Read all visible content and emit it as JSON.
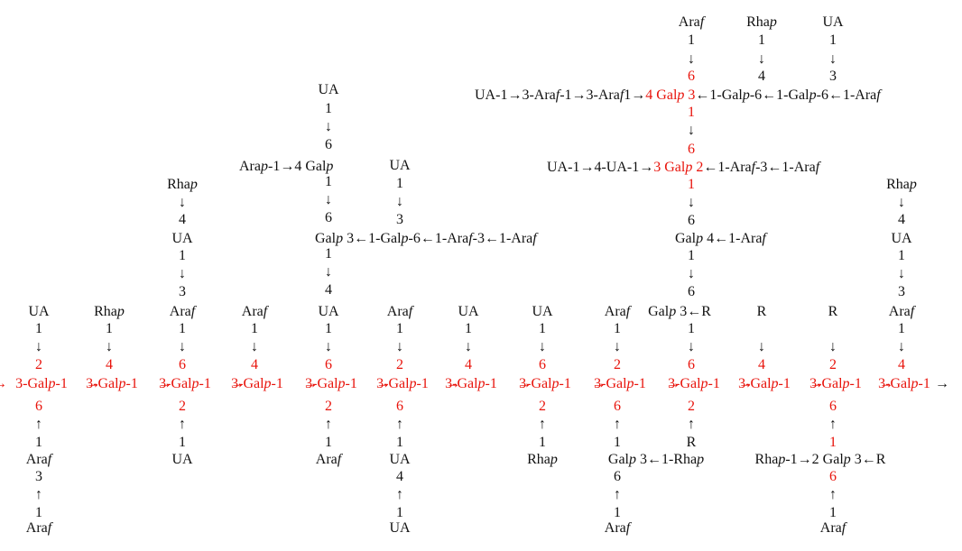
{
  "colors": {
    "text": "#111111",
    "highlight": "#e8130b"
  },
  "backbone": {
    "left_stub": "→",
    "unit": "3-Gal",
    "unit_italic": "p",
    "unit_tail": "-1",
    "link": "→",
    "count": 13
  },
  "top": {
    "upper_labels": [
      "UA",
      "Rhap",
      "Araf",
      "Araf",
      "UA",
      "Araf",
      "UA",
      "UA",
      "Araf",
      "Galp 3←R",
      "R",
      "R",
      "Araf"
    ],
    "ones": [
      "1",
      "1",
      "1",
      "1",
      "1",
      "1",
      "1",
      "1",
      "1",
      "1",
      "",
      "",
      "1"
    ],
    "arrow": "↓",
    "positions": [
      "2",
      "4",
      "6",
      "4",
      "6",
      "2",
      "4",
      "6",
      "2",
      "6",
      "4",
      "2",
      "4"
    ]
  },
  "bottom": {
    "positions": [
      "6",
      "",
      "2",
      "",
      "2",
      "6",
      "",
      "2",
      "6",
      "2",
      "",
      "6",
      ""
    ],
    "arrow": "↑",
    "ones": [
      "1",
      "",
      "1",
      "",
      "1",
      "1",
      "",
      "1",
      "1",
      "R",
      "",
      "1",
      ""
    ],
    "residues": [
      "Araf",
      "",
      "UA",
      "",
      "Araf",
      "UA",
      "",
      "Rhap",
      "Galp 3←1-Rhap",
      "",
      "",
      "Rhap-1→2 Galp 3←R",
      ""
    ],
    "ext_num": [
      "3",
      "",
      "",
      "",
      "",
      "4",
      "",
      "",
      "6",
      "",
      "",
      "6",
      ""
    ],
    "ext_arrow": "↑",
    "ext_one": [
      "1",
      "",
      "",
      "",
      "",
      "1",
      "",
      "",
      "1",
      "",
      "",
      "1",
      ""
    ],
    "ext_residue": [
      "Araf",
      "",
      "",
      "",
      "",
      "UA",
      "",
      "",
      "Araf",
      "",
      "",
      "Araf",
      ""
    ]
  },
  "branch_col3": {
    "top": "Rhap",
    "arrow": "↓",
    "num": "4",
    "residue": "UA",
    "one": "1",
    "arrow2": "↓",
    "num2": "3"
  },
  "branch_col5": {
    "ua": "UA",
    "ua_one": "1",
    "arrow": "↓",
    "ua_six": "6",
    "arap_chain": "Arap-1→4 Galp",
    "galp_one": "1",
    "galp_arrow": "↓",
    "galp_six": "6",
    "main_row": "Galp 3←1-Galp-6←1-Araf-3←1-Araf",
    "main_one": "1",
    "main_arrow": "↓",
    "main_four": "4",
    "side_ua": "UA",
    "side_one": "1",
    "side_arrow": "↓",
    "side_three": "3"
  },
  "branch_col10": {
    "top_residues": [
      "Araf",
      "Rhap",
      "UA"
    ],
    "top_ones": [
      "1",
      "1",
      "1"
    ],
    "top_arrows": [
      "↓",
      "↓",
      "↓"
    ],
    "top_nums": [
      "6",
      "4",
      "3"
    ],
    "row1_left": "UA-1→3-Araf-1→3-Araf1→",
    "row1_red": "4 Galp 3",
    "row1_right": "←1-Galp-6←1-Galp-6←1-Araf",
    "link1_one": "1",
    "link1_arrow": "↓",
    "link1_six": "6",
    "row2_left": "UA-1→4-UA-1→",
    "row2_red": "3 Galp 2",
    "row2_right": "←1-Araf-3←1-Araf",
    "link2_one": "1",
    "link2_arrow": "↓",
    "link2_six": "6",
    "row3": "Galp 4←1-Araf",
    "link3_one": "1",
    "link3_arrow": "↓",
    "link3_six": "6"
  },
  "branch_col13": {
    "top": "Rhap",
    "arrow": "↓",
    "num": "4",
    "residue": "UA",
    "one": "1",
    "arrow2": "↓",
    "num2": "3"
  }
}
